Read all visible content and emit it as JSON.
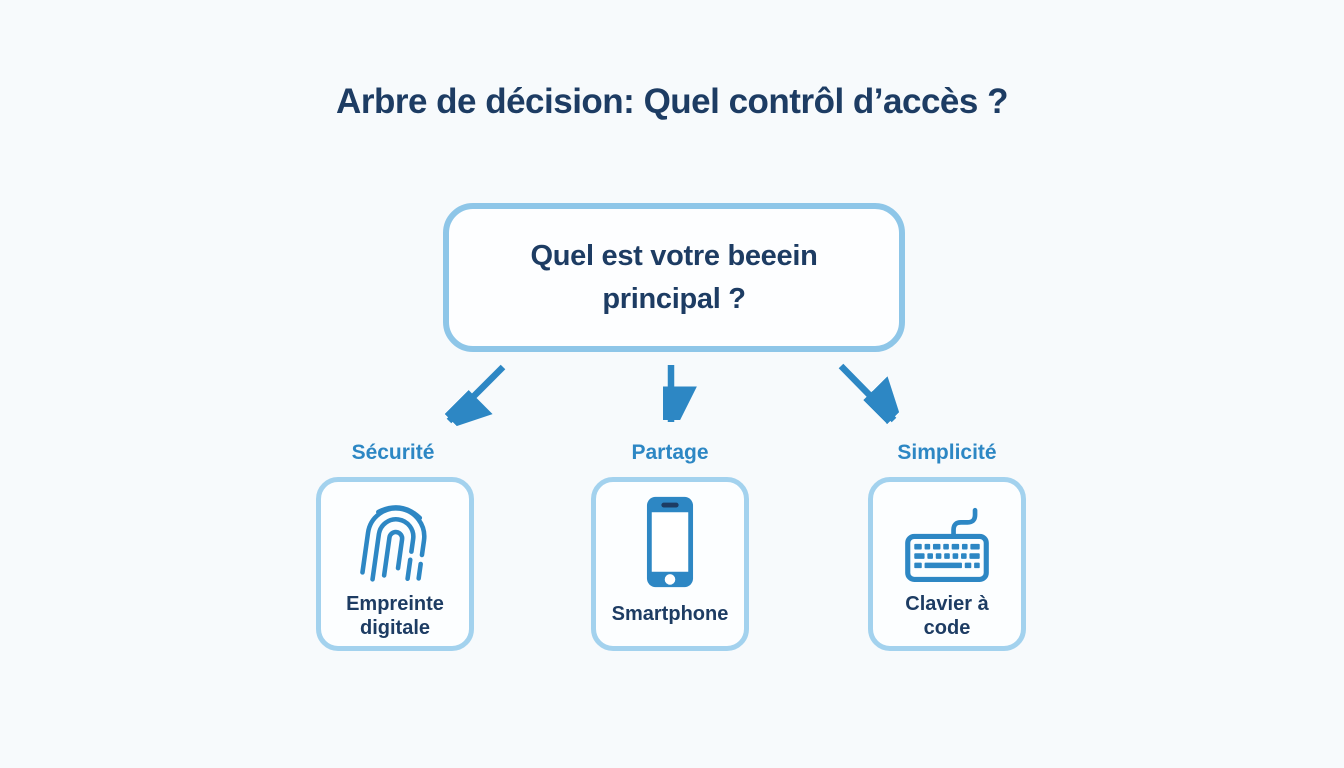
{
  "diagram": {
    "title": "Arbre de décision: Quel contrôl d’accès ?",
    "root": {
      "question": "Quel est votre beeein principal ?"
    },
    "branches": [
      {
        "label": "Sécurité",
        "option": "Empreinte digitale",
        "icon": "fingerprint-icon"
      },
      {
        "label": "Partage",
        "option": "Smartphone",
        "icon": "smartphone-icon"
      },
      {
        "label": "Simplicité",
        "option": "Clavier à code",
        "icon": "keyboard-icon"
      }
    ],
    "colors": {
      "title_text": "#1d3c63",
      "accent_blue": "#2d87c4",
      "root_border": "#8ec6e8",
      "option_border": "#a3d2ee",
      "background": "#f7fafc"
    }
  }
}
